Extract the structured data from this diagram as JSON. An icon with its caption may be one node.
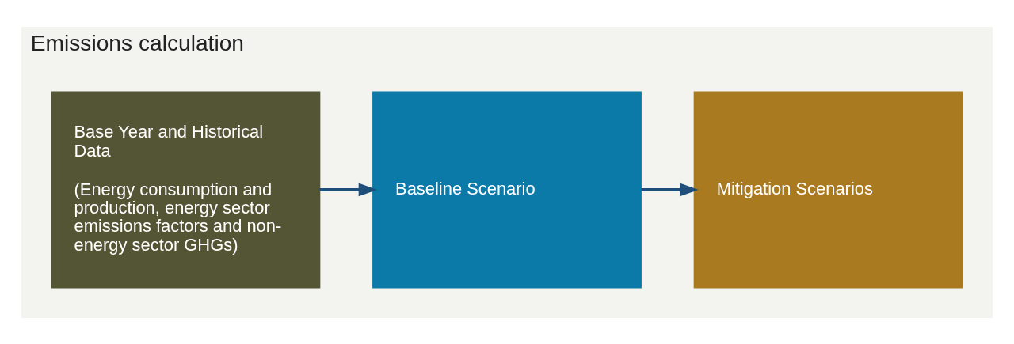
{
  "diagram": {
    "nodes": [
      {
        "text": [
          "Emissions calculation"
        ]
      },
      {
        "text": [
          "Base Year and Historical Data",
          "(Energy consumption and production, energy sector emissions factors and non-energy sector GHGs)"
        ],
        "in": 0
      },
      {
        "text": [
          "Baseline Scenario"
        ],
        "in": 0
      },
      {
        "text": [
          "Mitigation Scenarios"
        ],
        "in": 0
      }
    ],
    "edges": [
      {
        "from": 1,
        "to": 2,
        "arrow": "to"
      },
      {
        "from": 2,
        "to": 3,
        "arrow": "to"
      }
    ]
  }
}
